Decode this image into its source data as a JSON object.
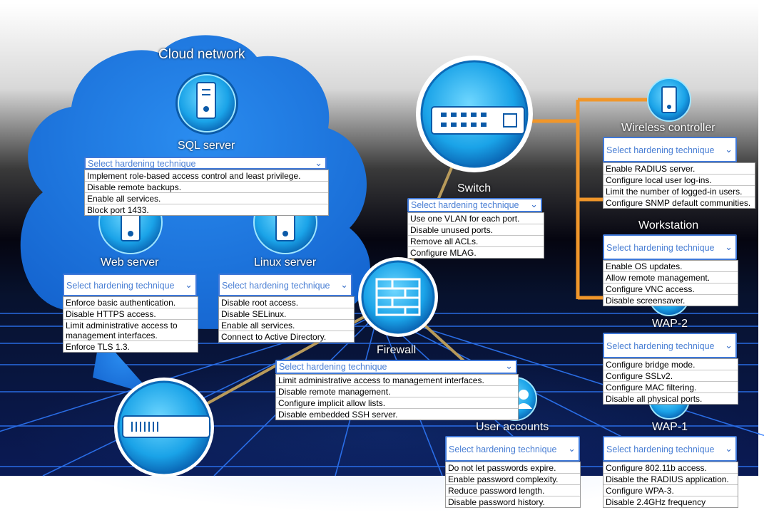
{
  "placeholder": "Select hardening technique",
  "devices": {
    "cloud": "Cloud network",
    "sql": "SQL server",
    "web": "Web server",
    "linux": "Linux server",
    "switch": "Switch",
    "firewall": "Firewall",
    "wireless": "Wireless controller",
    "workstation": "Workstation",
    "wap2": "WAP-2",
    "wap1": "WAP-1",
    "users": "User accounts"
  },
  "menus": {
    "sql": [
      "Implement role-based access control and least privilege.",
      "Disable remote backups.",
      "Enable all services.",
      "Block port 1433."
    ],
    "web": [
      "Enforce basic authentication.",
      "Disable HTTPS access.",
      "Limit administrative access to management interfaces.",
      "Enforce TLS 1.3."
    ],
    "linux": [
      "Disable root access.",
      "Disable SELinux.",
      "Enable all services.",
      "Connect to Active Directory."
    ],
    "switch": [
      "Use one VLAN for each port.",
      "Disable unused ports.",
      "Remove all ACLs.",
      "Configure MLAG."
    ],
    "firewall": [
      "Limit administrative access to management interfaces.",
      "Disable remote management.",
      "Configure implicit allow lists.",
      "Disable embedded SSH server."
    ],
    "wireless": [
      "Enable RADIUS server.",
      "Configure local user log-ins.",
      "Limit the number of logged-in users.",
      "Configure SNMP default communities."
    ],
    "workstation": [
      "Enable OS updates.",
      "Allow remote management.",
      "Configure VNC access.",
      "Disable screensaver."
    ],
    "wap2": [
      "Configure bridge mode.",
      "Configure SSLv2.",
      "Configure MAC filtering.",
      "Disable all physical ports."
    ],
    "users": [
      "Do not let passwords expire.",
      "Enable password complexity.",
      "Reduce password length.",
      "Disable password history."
    ],
    "wap1": [
      "Configure 802.11b access.",
      "Disable the RADIUS application.",
      "Configure WPA-3.",
      "Disable 2.4GHz frequency"
    ]
  },
  "colors": {
    "cloud": "#1e7fe0",
    "accent": "#3f78d8",
    "link_orange": "#f0962a",
    "grid": "#2a6bff"
  },
  "icons": {
    "sql": "server-icon",
    "web": "server-icon",
    "linux": "server-icon",
    "switch": "switch-icon",
    "firewall": "firewall-icon",
    "wireless": "server-icon",
    "workstation": "workstation-icon",
    "wap2": "wap-icon",
    "wap1": "wap-icon",
    "users": "user-icon",
    "gateway": "router-icon"
  }
}
